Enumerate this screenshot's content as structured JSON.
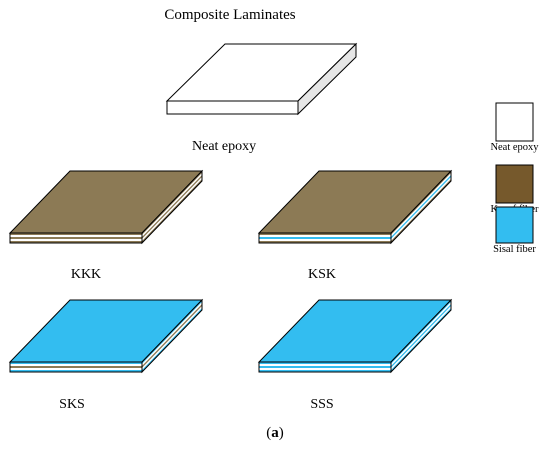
{
  "title": "Composite Laminates",
  "colors": {
    "neat_epoxy": "#ffffff",
    "kenaf_fiber": "#8c7a55",
    "kenaf_legend": "#76592c",
    "sisal_fiber": "#33bdf0",
    "outline": "#000000",
    "epoxy_side": "#e6e6e6"
  },
  "laminates": [
    {
      "id": "neat",
      "label": "Neat epoxy",
      "top": "neat_epoxy",
      "layers": [
        "neat_epoxy"
      ]
    },
    {
      "id": "kkk",
      "label": "KKK",
      "top": "kenaf_fiber",
      "layers": [
        "kenaf_fiber",
        "neat_epoxy",
        "kenaf_fiber",
        "neat_epoxy",
        "kenaf_fiber"
      ]
    },
    {
      "id": "ksk",
      "label": "KSK",
      "top": "kenaf_fiber",
      "layers": [
        "kenaf_fiber",
        "neat_epoxy",
        "sisal_fiber",
        "neat_epoxy",
        "kenaf_fiber"
      ]
    },
    {
      "id": "sks",
      "label": "SKS",
      "top": "sisal_fiber",
      "layers": [
        "sisal_fiber",
        "neat_epoxy",
        "kenaf_fiber",
        "neat_epoxy",
        "sisal_fiber"
      ]
    },
    {
      "id": "sss",
      "label": "SSS",
      "top": "sisal_fiber",
      "layers": [
        "sisal_fiber",
        "neat_epoxy",
        "sisal_fiber",
        "neat_epoxy",
        "sisal_fiber"
      ]
    }
  ],
  "legend": [
    {
      "label": "Neat epoxy",
      "color": "neat_epoxy"
    },
    {
      "label": "Kenaf fiber",
      "color": "kenaf_legend"
    },
    {
      "label": "Sisal fiber",
      "color": "sisal_fiber"
    }
  ],
  "caption": {
    "open": "(",
    "letter": "a",
    "close": ")"
  }
}
